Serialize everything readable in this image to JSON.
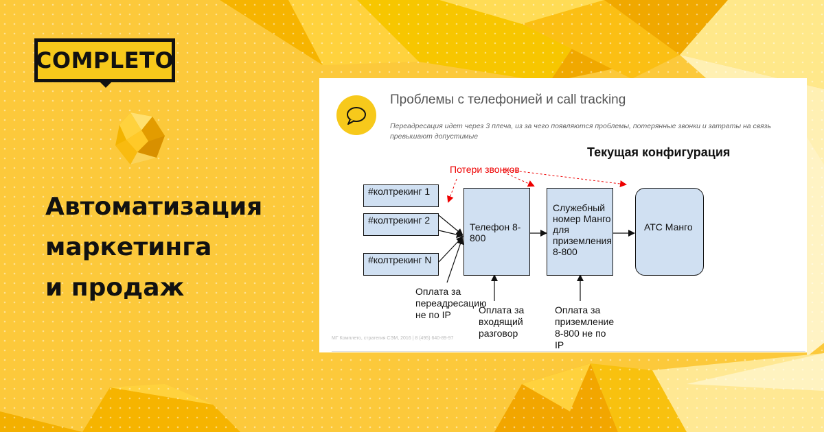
{
  "brand": {
    "logo_text": "COMPLETO"
  },
  "headline": {
    "line1": "Автоматизация",
    "line2": "маркетинга",
    "line3": "и продаж"
  },
  "slide": {
    "title": "Проблемы с телефонией и call tracking",
    "subtitle": "Переадресация идет через 3 плеча, из за чего появляются проблемы, потерянные звонки и затраты на связь превышают допустимые",
    "diagram_title": "Текущая конфигурация",
    "loss_label": "Потери звонков",
    "tracking_boxes": [
      {
        "label": "#колтрекинг 1"
      },
      {
        "label": "#колтрекинг 2"
      },
      {
        "label": "#колтрекинг N"
      }
    ],
    "phone_box": "Телефон 8-800",
    "service_box": "Служебный номер Манго для приземления 8-800",
    "pbx_box": "АТС Манго",
    "notes": {
      "redirect": "Оплата за переадресацию не по IP",
      "incoming": "Оплата за входящий разговор",
      "landing": "Оплата за приземление 8-800 не по IP"
    },
    "footer": "МГ Комплето, стратегия СЭМ, 2016 | 8 (495) 640-89-97"
  }
}
